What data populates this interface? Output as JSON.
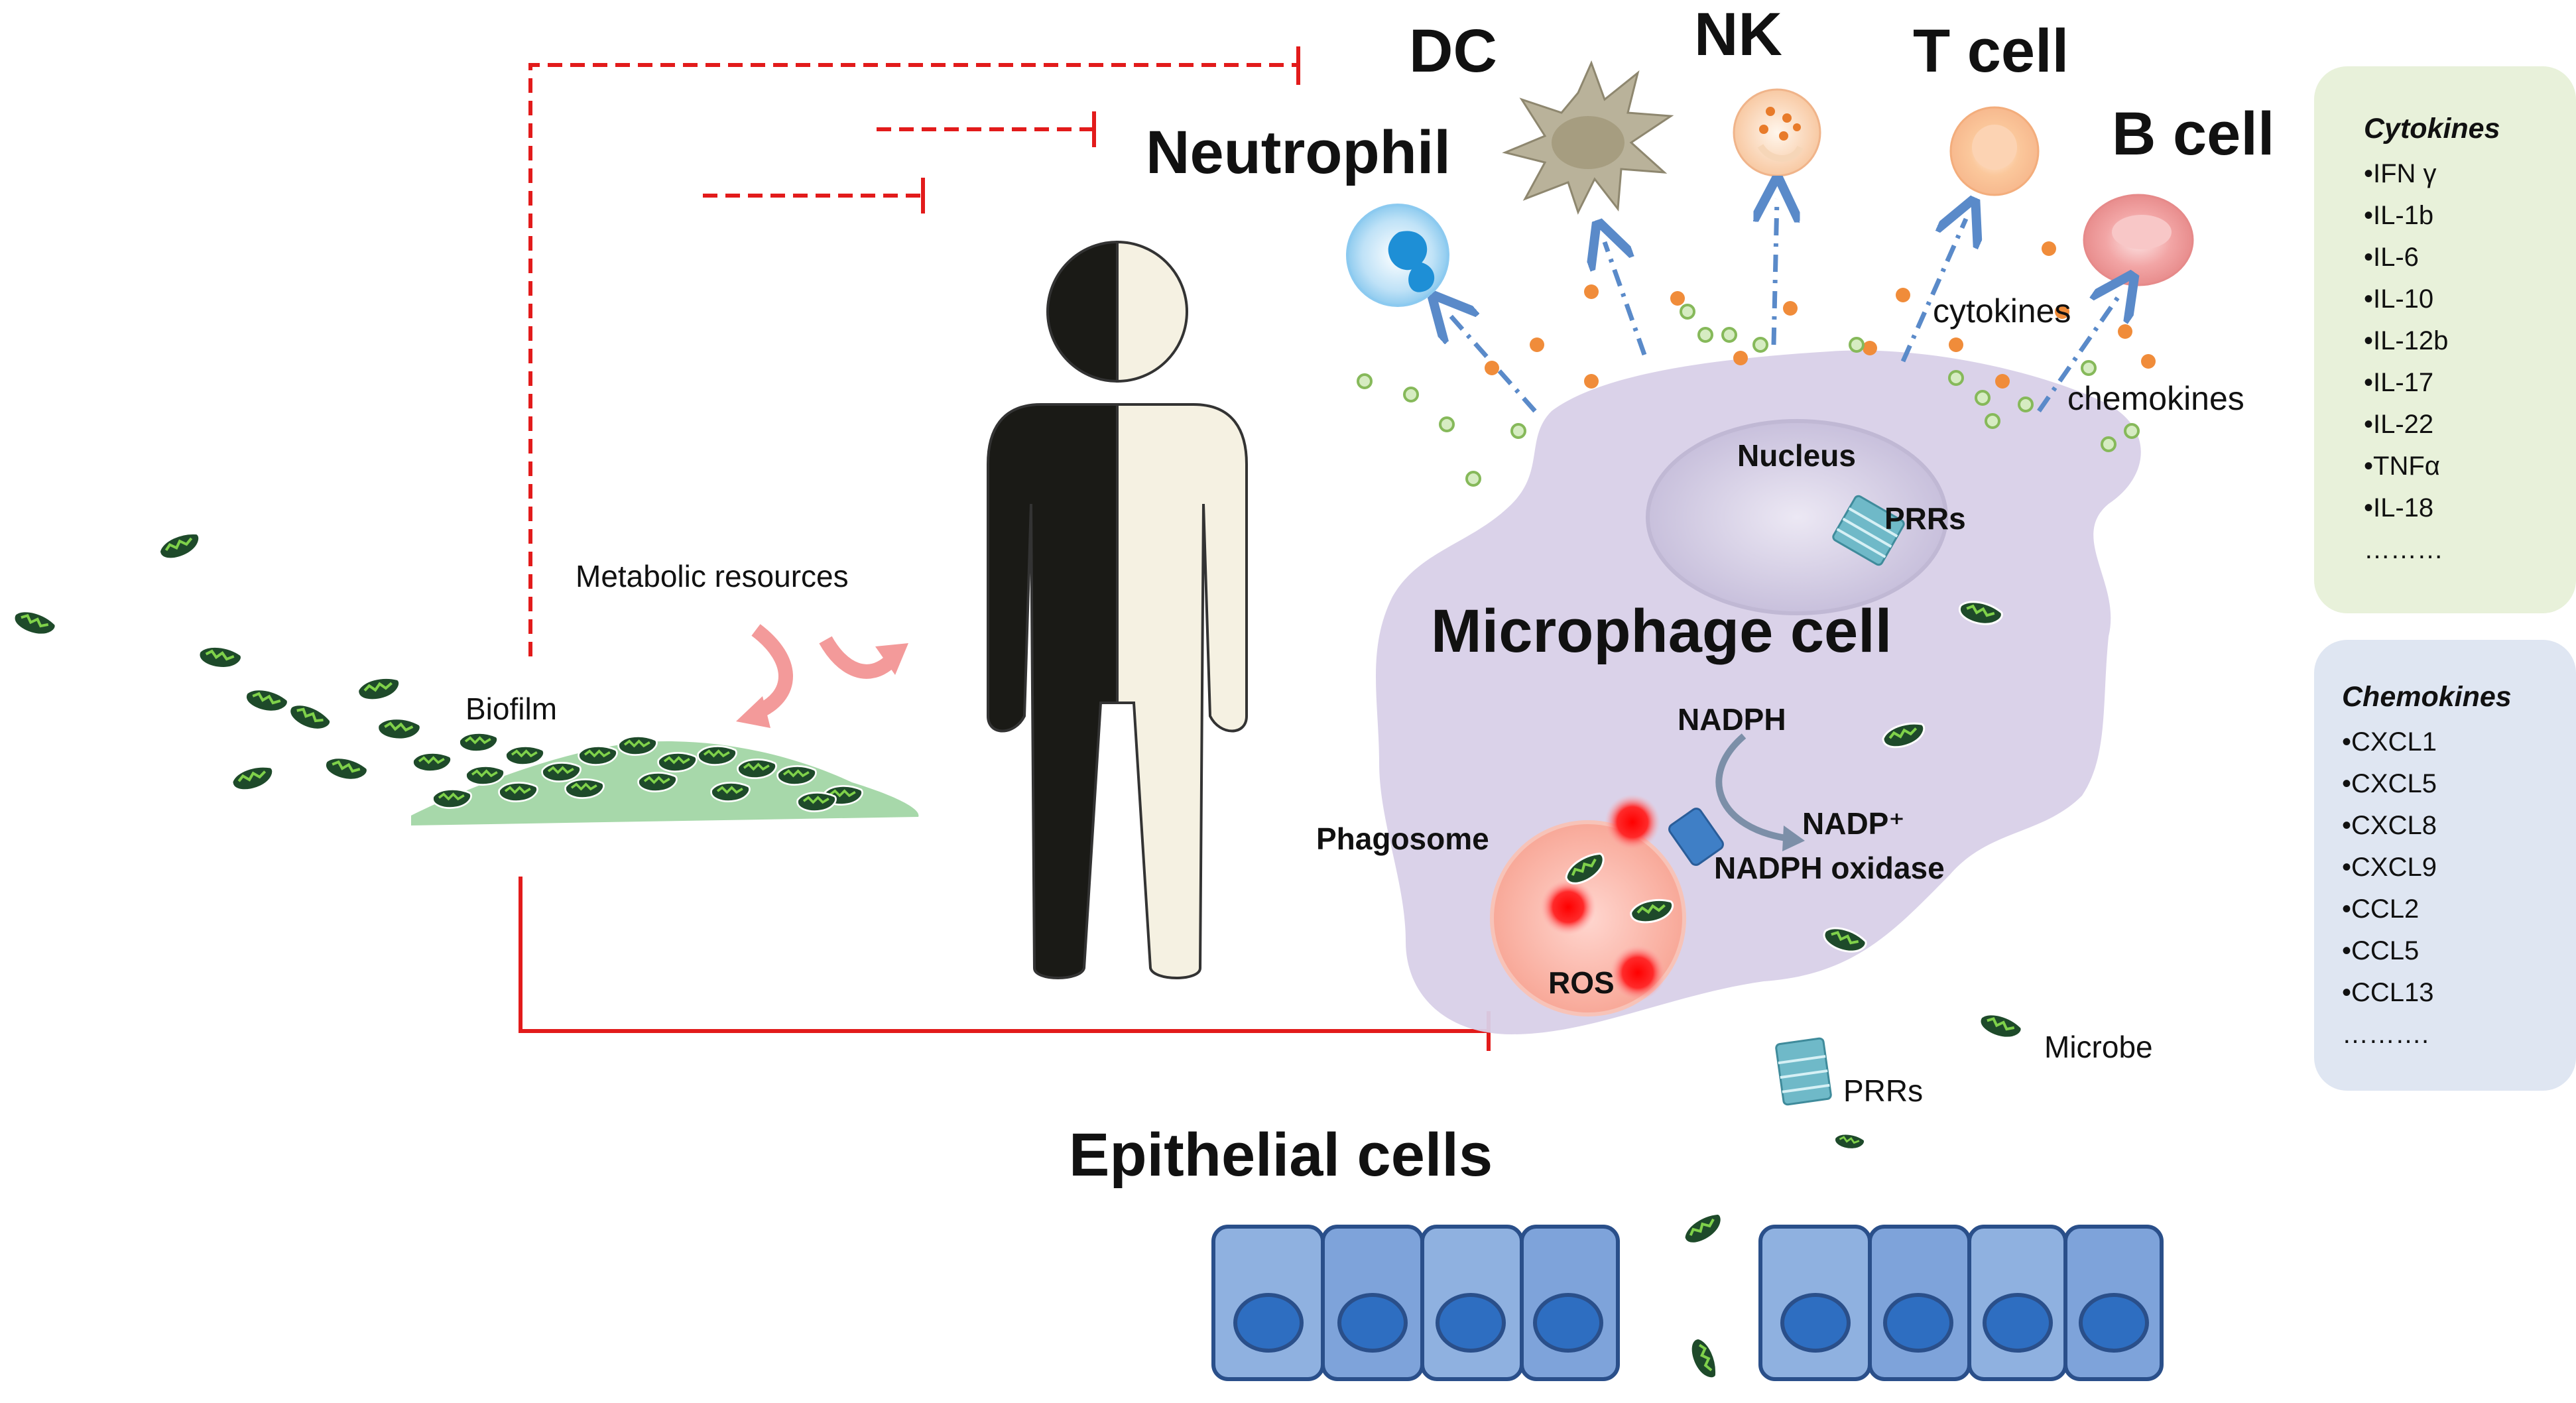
{
  "labels": {
    "dc": "DC",
    "nk": "NK",
    "tcell": "T cell",
    "bcell": "B cell",
    "neutrophil": "Neutrophil",
    "cytokines": "cytokines",
    "chemokines": "chemokines",
    "nucleus": "Nucleus",
    "prrs_inside": "PRRs",
    "macrophage": "Microphage cell",
    "nadph": "NADPH",
    "nadp": "NADP⁺",
    "nadph_oxidase": "NADPH  oxidase",
    "phagosome": "Phagosome",
    "ros": "ROS",
    "microbe": "Microbe",
    "prrs_outside": "PRRs",
    "epithelial": "Epithelial cells",
    "metabolic": "Metabolic resources",
    "biofilm": "Biofilm"
  },
  "cytokine_panel": {
    "title": "Cytokines",
    "items": [
      "•IFN γ",
      "•IL-1b",
      "•IL-6",
      "•IL-10",
      "•IL-12b",
      "•IL-17",
      "•IL-22",
      "•TNFα",
      "•IL-18",
      "………"
    ],
    "color": "#e8f1da"
  },
  "chemokine_panel": {
    "title": "Chemokines",
    "items": [
      "•CXCL1",
      "•CXCL5",
      "•CXCL8",
      "•CXCL9",
      "•CCL2",
      "•CCL5",
      "•CCL13",
      "………."
    ],
    "color": "#dfe6f2"
  },
  "colors": {
    "inhibit": "#e21b1b",
    "arrow": "#5a8ac9",
    "macrophage": "#d8d0e8",
    "epithelial": "#6e9ad6"
  }
}
